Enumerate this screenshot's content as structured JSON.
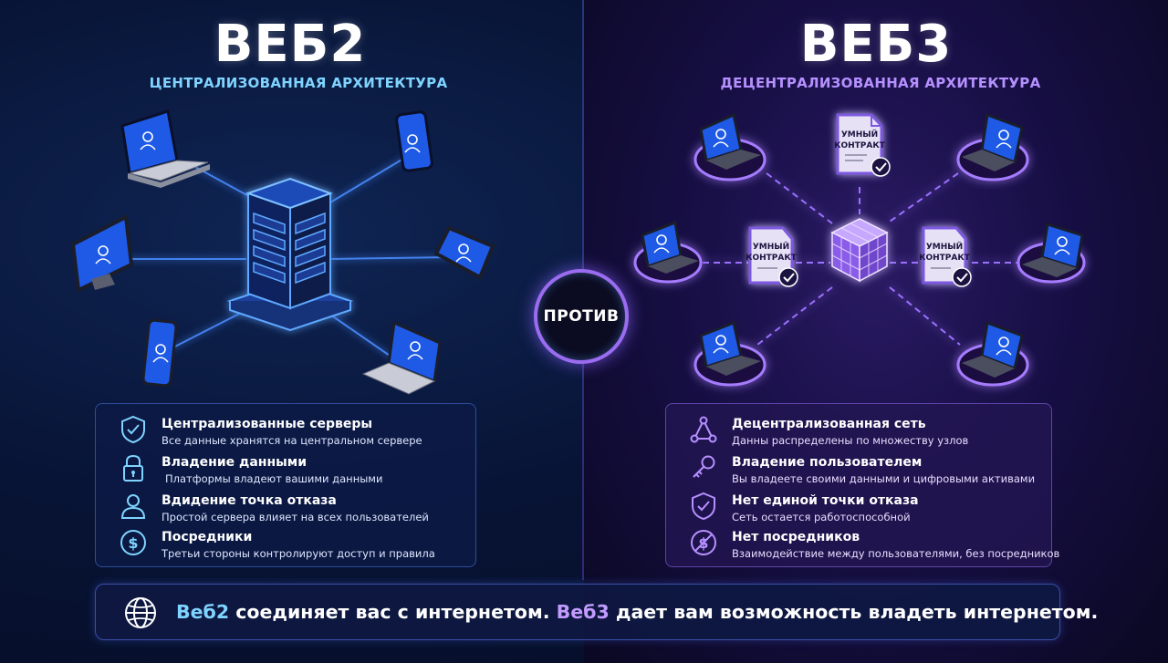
{
  "left": {
    "title": "ВЕБ2",
    "subtitle": "ЦЕНТРАЛИЗОВАННАЯ АРХИТЕКТУРА",
    "features": [
      {
        "icon": "shield-check-icon",
        "title": "Централизованные серверы",
        "desc": "Все данные хранятся на центральном сервере"
      },
      {
        "icon": "padlock-icon",
        "title": "Владение данными",
        "desc": "Платформы владеют вашими данными"
      },
      {
        "icon": "user-icon",
        "title": "Вдидение точка отказа",
        "desc": "Простой сервера влияет на всех пользователей"
      },
      {
        "icon": "dollar-icon",
        "title": "Посредники",
        "desc": "Третьи стороны контролируют доступ и правила"
      }
    ]
  },
  "right": {
    "title": "ВЕБ3",
    "subtitle": "ДЕЦЕНТРАЛИЗОВАННАЯ АРХИТЕКТУРА",
    "contract_label_1": "УМНЫЙ",
    "contract_label_2": "КОНТРАКТ",
    "features": [
      {
        "icon": "network-triangle-icon",
        "title": "Децентрализованная сеть",
        "desc": "Данны распределены по множеству узлов"
      },
      {
        "icon": "key-icon",
        "title": "Владение пользователем",
        "desc": "Вы владеете своими данными и цифровыми активами"
      },
      {
        "icon": "shield-check-icon",
        "title": "Нет единой точки отказа",
        "desc": "Сеть остается работоспособной"
      },
      {
        "icon": "no-dollar-icon",
        "title": "Нет посредников",
        "desc": "Взаимодействие между пользователями, без посредников"
      }
    ]
  },
  "vs_label": "ПРОТИВ",
  "bottom": {
    "icon": "globe-icon",
    "web2": "Веб2",
    "part1": " соединяет вас с интернетом. ",
    "web3": "Веб3",
    "part2": " дает вам возможность владеть интернетом."
  },
  "colors": {
    "web2_accent": "#7fd4ff",
    "web3_accent": "#b690ff",
    "device_screen": "#1e5ae6"
  }
}
